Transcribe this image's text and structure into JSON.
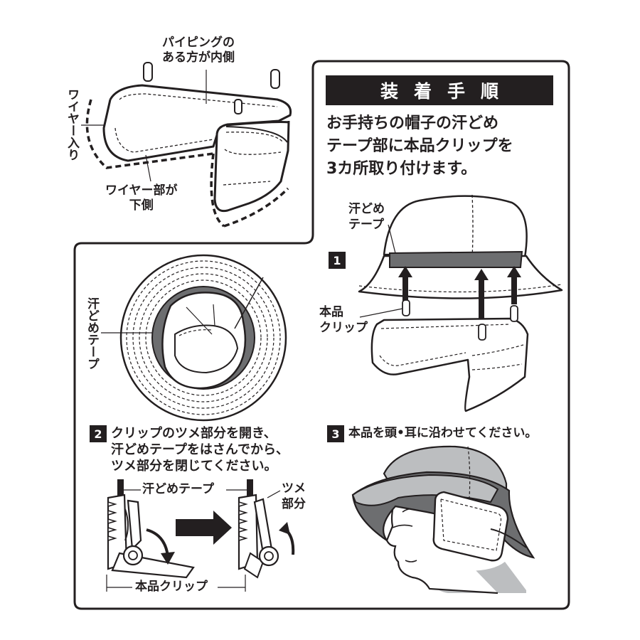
{
  "top_left": {
    "piping_label": [
      "パイピングの",
      "ある方が内側"
    ],
    "wire_in_label": "ワイヤー入り",
    "wire_part_label": [
      "ワイヤー部が",
      "下側"
    ]
  },
  "panel": {
    "title": "装着手順",
    "intro": [
      "お手持ちの帽子の汗どめ",
      "テープ部に本品クリップを",
      "3カ所取り付けます。"
    ]
  },
  "step1": {
    "number": "1",
    "tape_label": [
      "汗どめ",
      "テープ"
    ],
    "clip_label": [
      "本品",
      "クリップ"
    ]
  },
  "hat_inside": {
    "tape_label": "汗どめテープ"
  },
  "step2": {
    "number": "2",
    "text": [
      "クリップのツメ部分を開き、",
      "汗どめテープをはさんでから、",
      "ツメ部分を閉じてください。"
    ],
    "tape_label": "汗どめテープ",
    "claw_label": [
      "ツメ",
      "部分"
    ],
    "clip_label": "本品クリップ"
  },
  "step3": {
    "number": "3",
    "text": "本品を頭•耳に沿わせてください。"
  },
  "colors": {
    "ink": "#231f20",
    "tape_gray": "#6d6e70",
    "light_gray": "#bcbec0",
    "white": "#ffffff"
  }
}
